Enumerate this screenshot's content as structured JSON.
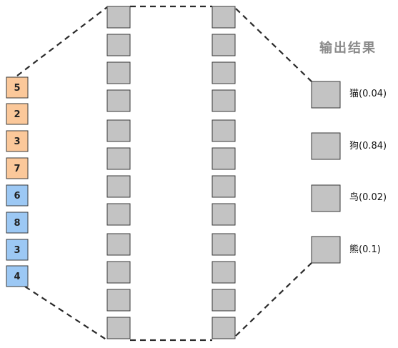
{
  "input_values": [
    "5",
    "2",
    "3",
    "7",
    "6",
    "8",
    "3",
    "4"
  ],
  "input_groups": [
    {
      "count": 4,
      "color": "#fbc89a"
    },
    {
      "count": 4,
      "color": "#9cc8f4"
    }
  ],
  "hidden_layers": [
    {
      "node_count": 12
    },
    {
      "node_count": 12
    }
  ],
  "output_title": "输出结果",
  "outputs": [
    {
      "label": "猫(0.04)"
    },
    {
      "label": "狗(0.84)"
    },
    {
      "label": "鸟(0.02)"
    },
    {
      "label": "熊(0.1)"
    }
  ],
  "colors": {
    "node_fill": "#c3c3c3",
    "node_stroke": "#3a3a3a",
    "dashed_line": "#2b2b2b",
    "title": "#8a8a8a"
  }
}
